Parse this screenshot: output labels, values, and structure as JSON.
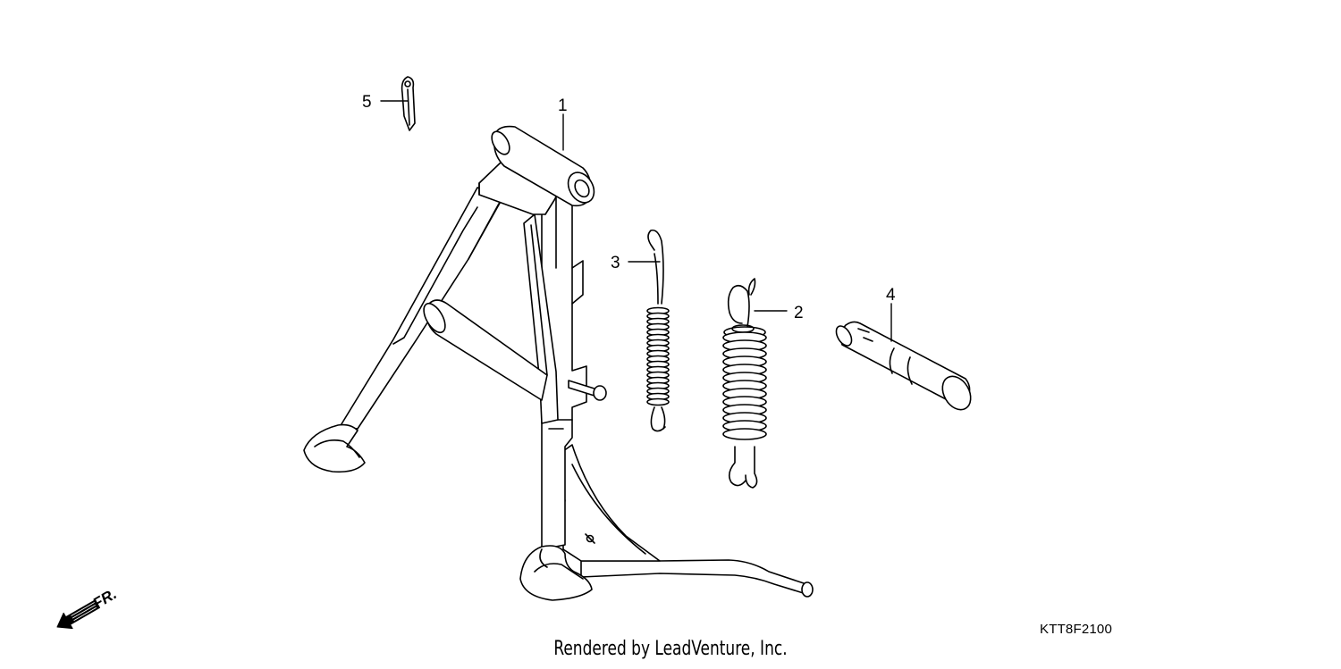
{
  "parts": [
    {
      "number": "1",
      "name": "main-stand"
    },
    {
      "number": "2",
      "name": "stand-spring-large"
    },
    {
      "number": "3",
      "name": "stand-spring-small"
    },
    {
      "number": "4",
      "name": "stand-pivot-pin"
    },
    {
      "number": "5",
      "name": "cotter-pin"
    }
  ],
  "front_indicator": {
    "label": "FR.",
    "icon": "arrow-front-icon"
  },
  "diagram_code": "KTT8F2100",
  "credit": "Rendered by LeadVenture, Inc.",
  "colors": {
    "line": "#000000",
    "fill": "#ffffff",
    "background": "#ffffff"
  }
}
